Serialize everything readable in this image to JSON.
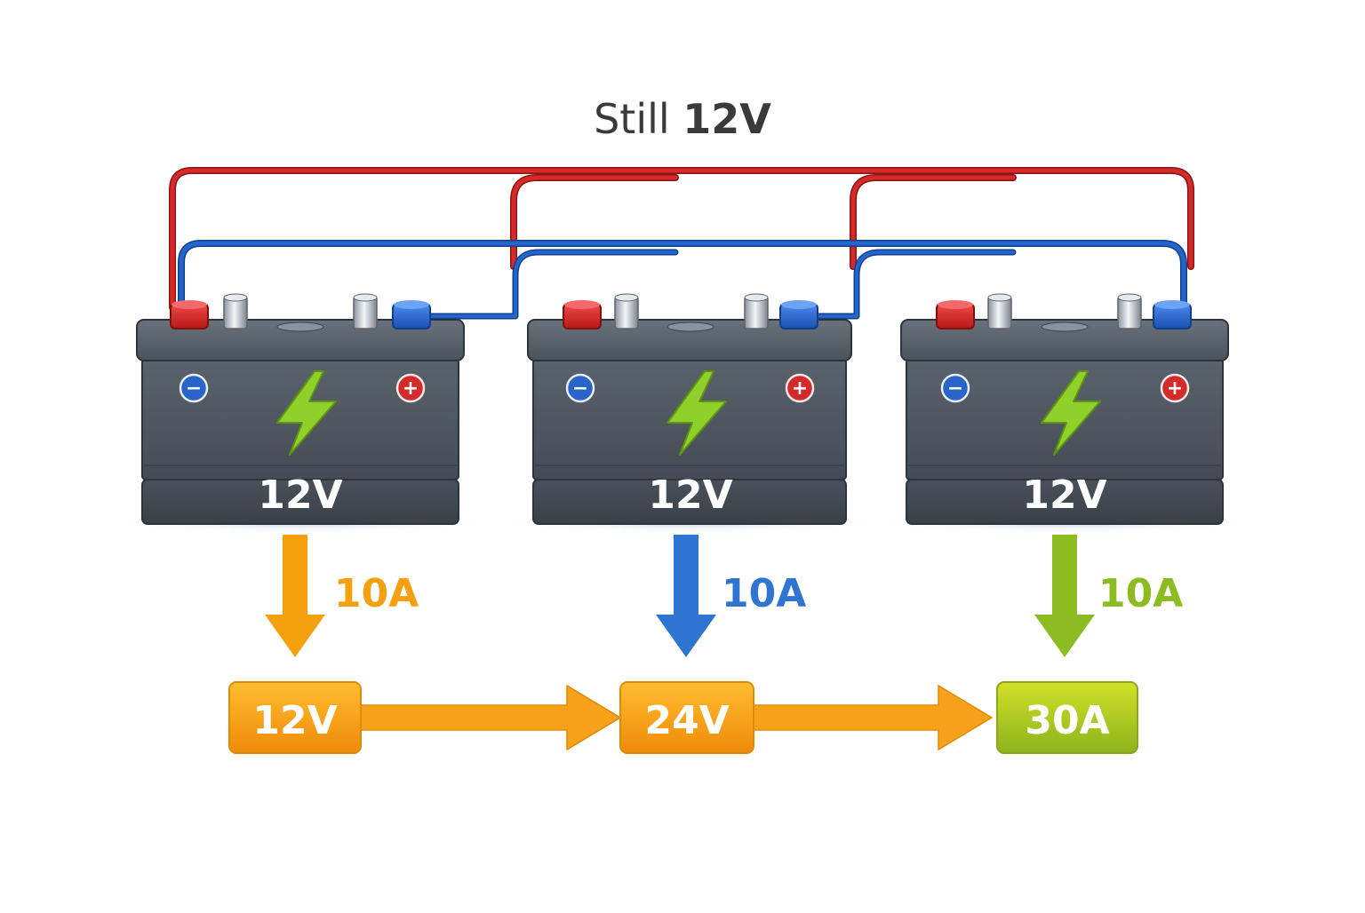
{
  "title": {
    "prefix": "Still ",
    "value": "12V"
  },
  "batteries": [
    {
      "label": "12V",
      "current": "10A",
      "current_color": "#f5a00f"
    },
    {
      "label": "12V",
      "current": "10A",
      "current_color": "#2f74d0"
    },
    {
      "label": "12V",
      "current": "10A",
      "current_color": "#8cbb22"
    }
  ],
  "terminal_symbols": {
    "negative": "−",
    "positive": "+"
  },
  "result_boxes": [
    {
      "label": "12V",
      "color": "orange"
    },
    {
      "label": "24V",
      "color": "orange"
    },
    {
      "label": "30A",
      "color": "green"
    }
  ],
  "colors": {
    "positive_wire": "#d42a2a",
    "negative_wire": "#2465cc",
    "battery_body": "#4a525c",
    "bolt": "#8fd12a",
    "flow_arrow": "#f7a21a"
  },
  "icons": [
    "lightning-bolt-icon",
    "minus-icon",
    "plus-icon",
    "down-arrow-icon",
    "right-arrow-icon"
  ]
}
